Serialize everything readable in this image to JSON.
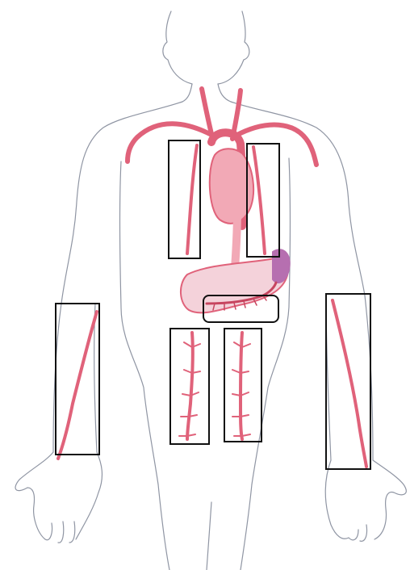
{
  "diagram": {
    "colors": {
      "outline": "#8f95a3",
      "artery": "#e0627a",
      "artery_dark": "#c7455f",
      "artery_light": "#f2a9b6",
      "stomach_purple": "#b66fb0",
      "box_stroke": "#111111",
      "background": "#ffffff"
    },
    "boxes": [
      {
        "id": "left-internal-thoracic",
        "shape": "rect"
      },
      {
        "id": "right-internal-thoracic",
        "shape": "rect"
      },
      {
        "id": "gastroepiploic",
        "shape": "rounded"
      },
      {
        "id": "inferior-epigastric-left",
        "shape": "rect"
      },
      {
        "id": "inferior-epigastric-right",
        "shape": "rect"
      },
      {
        "id": "radial-right-forearm",
        "shape": "rect"
      },
      {
        "id": "radial-left-forearm",
        "shape": "rect"
      }
    ]
  }
}
